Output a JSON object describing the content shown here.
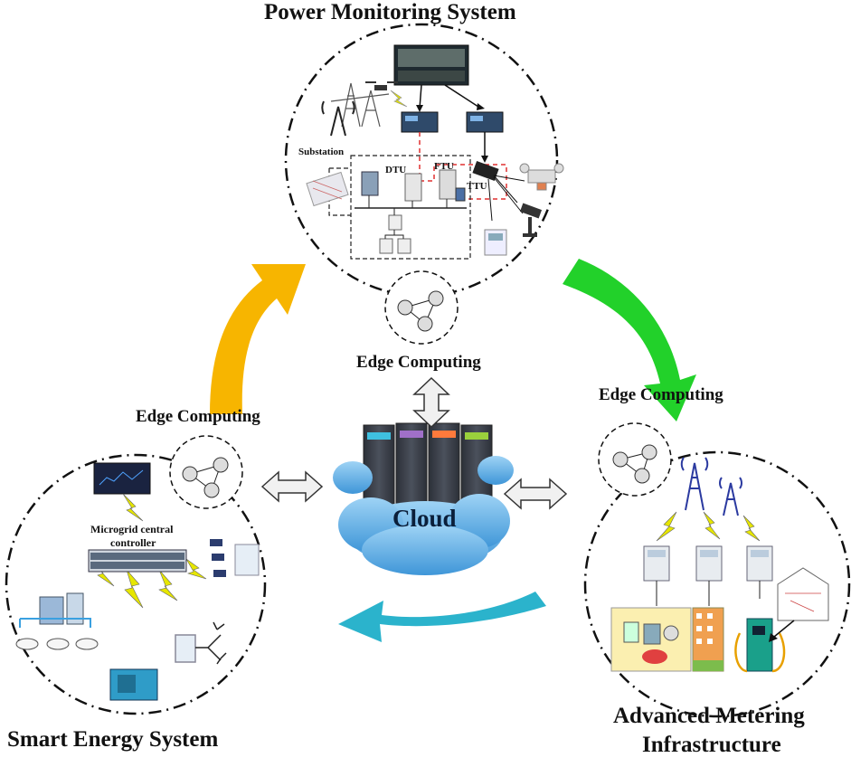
{
  "titles": {
    "power_monitoring": "Power Monitoring System",
    "smart_energy": "Smart Energy System",
    "ami_line1": "Advanced Metering",
    "ami_line2": "Infrastructure"
  },
  "edge_labels": {
    "top": "Edge Computing",
    "left": "Edge Computing",
    "right": "Edge Computing"
  },
  "cloud_label": "Cloud",
  "power_labels": {
    "substation": "Substation",
    "dtu": "DTU",
    "ftu": "FTU",
    "ttu": "TTU"
  },
  "microgrid_label_line1": "Microgrid central",
  "microgrid_label_line2": "controller",
  "colors": {
    "arrow_yellow": "#f7b500",
    "arrow_green": "#22d12a",
    "arrow_blue": "#2bb3cc",
    "cloud_blue": "#5aaee6",
    "server_dark": "#3a3f48",
    "led_cyan": "#3fc0e0",
    "led_purple": "#a070c8",
    "led_orange": "#ff7a3c",
    "led_green": "#9ad03c",
    "lightning": "#e6e600"
  }
}
